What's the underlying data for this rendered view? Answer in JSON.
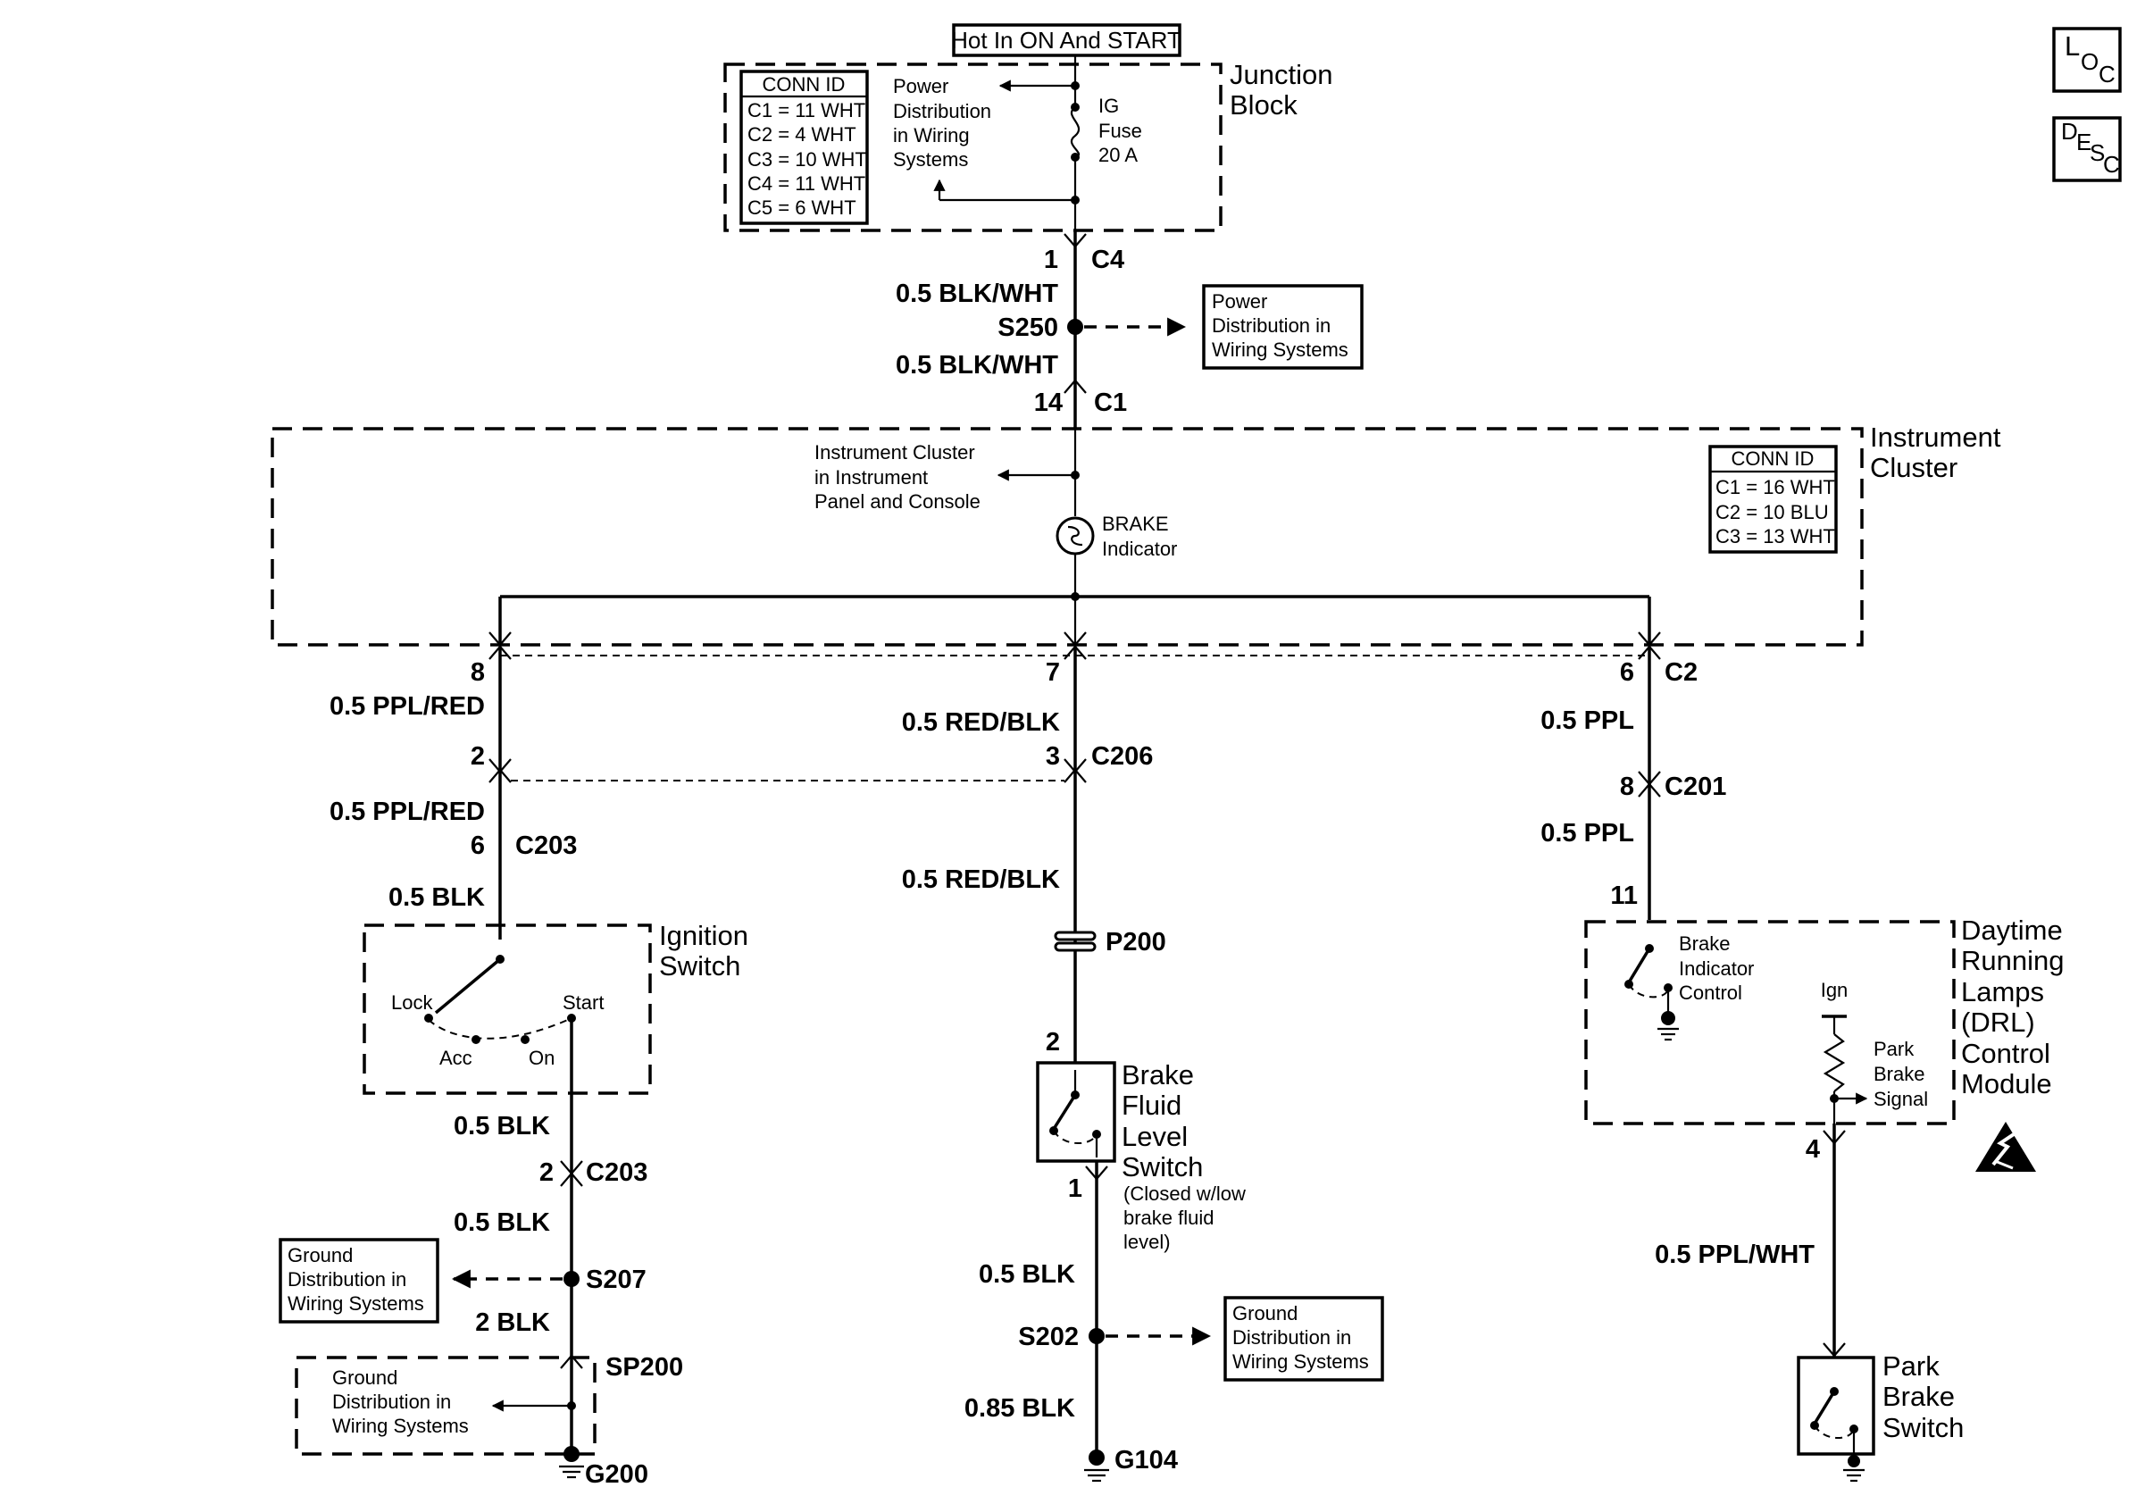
{
  "header": {
    "hot_label": "Hot In ON And START",
    "loc_icon": [
      "L",
      "O",
      "C"
    ],
    "desc_icon": [
      "D",
      "E",
      "S",
      "C"
    ]
  },
  "junction_block": {
    "title_1": "Junction",
    "title_2": "Block",
    "conn_id_title": "CONN ID",
    "conn_ids": [
      "C1 = 11 WHT",
      "C2 =  4 WHT",
      "C3 = 10 WHT",
      "C4 = 11 WHT",
      "C5 =  6 WHT"
    ],
    "power_dist": [
      "Power",
      "Distribution",
      "in Wiring",
      "Systems"
    ],
    "fuse": [
      "IG",
      "Fuse",
      "20 A"
    ]
  },
  "feed": {
    "c4_pin": "1",
    "c4_conn": "C4",
    "wire1": "0.5 BLK/WHT",
    "splice": "S250",
    "wire2": "0.5 BLK/WHT",
    "c1_pin": "14",
    "c1_conn": "C1",
    "power_dist_box": [
      "Power",
      "Distribution in",
      "Wiring Systems"
    ]
  },
  "instrument_cluster": {
    "title_1": "Instrument",
    "title_2": "Cluster",
    "conn_id_title": "CONN ID",
    "conn_ids": [
      "C1 = 16 WHT",
      "C2 = 10 BLU",
      "C3 = 13 WHT"
    ],
    "ref": [
      "Instrument Cluster",
      "in Instrument",
      "Panel and Console"
    ],
    "brake_indicator": [
      "BRAKE",
      "Indicator"
    ]
  },
  "left_branch": {
    "pin_8": "8",
    "wire_a": "0.5 PPL/RED",
    "pin_2": "2",
    "wire_b": "0.5 PPL/RED",
    "pin_6": "6",
    "c203": "C203",
    "wire_c": "0.5 BLK",
    "ign_title_1": "Ignition",
    "ign_title_2": "Switch",
    "pos_lock": "Lock",
    "pos_acc": "Acc",
    "pos_on": "On",
    "pos_start": "Start",
    "wire_d": "0.5 BLK",
    "pin_2b": "2",
    "c203b": "C203",
    "wire_e": "0.5 BLK",
    "splice_s207": "S207",
    "ground_box": [
      "Ground",
      "Distribution in",
      "Wiring Systems"
    ],
    "wire_f": "2 BLK",
    "sp200": "SP200",
    "ground_box2": [
      "Ground",
      "Distribution in",
      "Wiring Systems"
    ],
    "g200": "G200"
  },
  "center_branch": {
    "pin_7": "7",
    "wire_a": "0.5 RED/BLK",
    "pin_3": "3",
    "c206": "C206",
    "wire_b": "0.5 RED/BLK",
    "p200": "P200",
    "pin_2": "2",
    "switch_title": [
      "Brake",
      "Fluid",
      "Level",
      "Switch"
    ],
    "switch_note": [
      "(Closed w/low",
      "brake fluid",
      "level)"
    ],
    "pin_1": "1",
    "wire_c": "0.5 BLK",
    "splice": "S202",
    "ground_box": [
      "Ground",
      "Distribution in",
      "Wiring Systems"
    ],
    "wire_d": "0.85 BLK",
    "g104": "G104"
  },
  "right_branch": {
    "pin_6": "6",
    "c2": "C2",
    "wire_a": "0.5 PPL",
    "pin_8": "8",
    "c201": "C201",
    "wire_b": "0.5 PPL",
    "pin_11": "11",
    "drl_title": [
      "Daytime",
      "Running",
      "Lamps",
      "(DRL)",
      "Control",
      "Module"
    ],
    "brake_ctrl": [
      "Brake",
      "Indicator",
      "Control"
    ],
    "ign": "Ign",
    "park_signal": [
      "Park",
      "Brake",
      "Signal"
    ],
    "pin_4": "4",
    "wire_c": "0.5 PPL/WHT",
    "park_switch": [
      "Park",
      "Brake",
      "Switch"
    ],
    "esd_icon": "esd-warning-icon"
  }
}
